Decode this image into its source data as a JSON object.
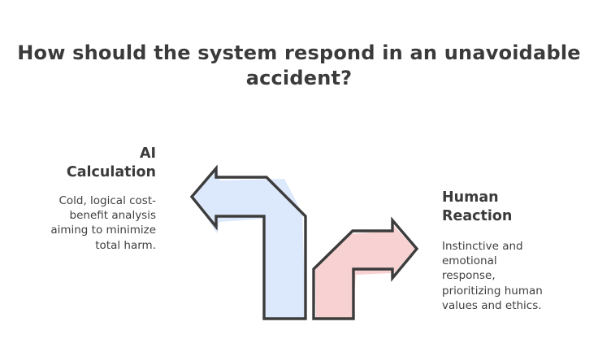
{
  "title": {
    "line1": "How should the system respond in an unavoidable",
    "line2": "accident?"
  },
  "ai": {
    "title_line1": "AI",
    "title_line2": "Calculation",
    "desc_lines": [
      "Cold, logical cost-",
      "benefit analysis",
      "aiming to minimize",
      "total harm."
    ],
    "color": "#dce8fb"
  },
  "human": {
    "title_line1": "Human",
    "title_line2": "Reaction",
    "desc_lines": [
      "Instinctive and",
      "emotional",
      "response,",
      "prioritizing human",
      "values and ethics."
    ],
    "color": "#f8d2d2"
  },
  "outline_color": "#3c3c3c",
  "icons": [
    "left-turn-arrow-icon",
    "right-turn-arrow-icon"
  ]
}
